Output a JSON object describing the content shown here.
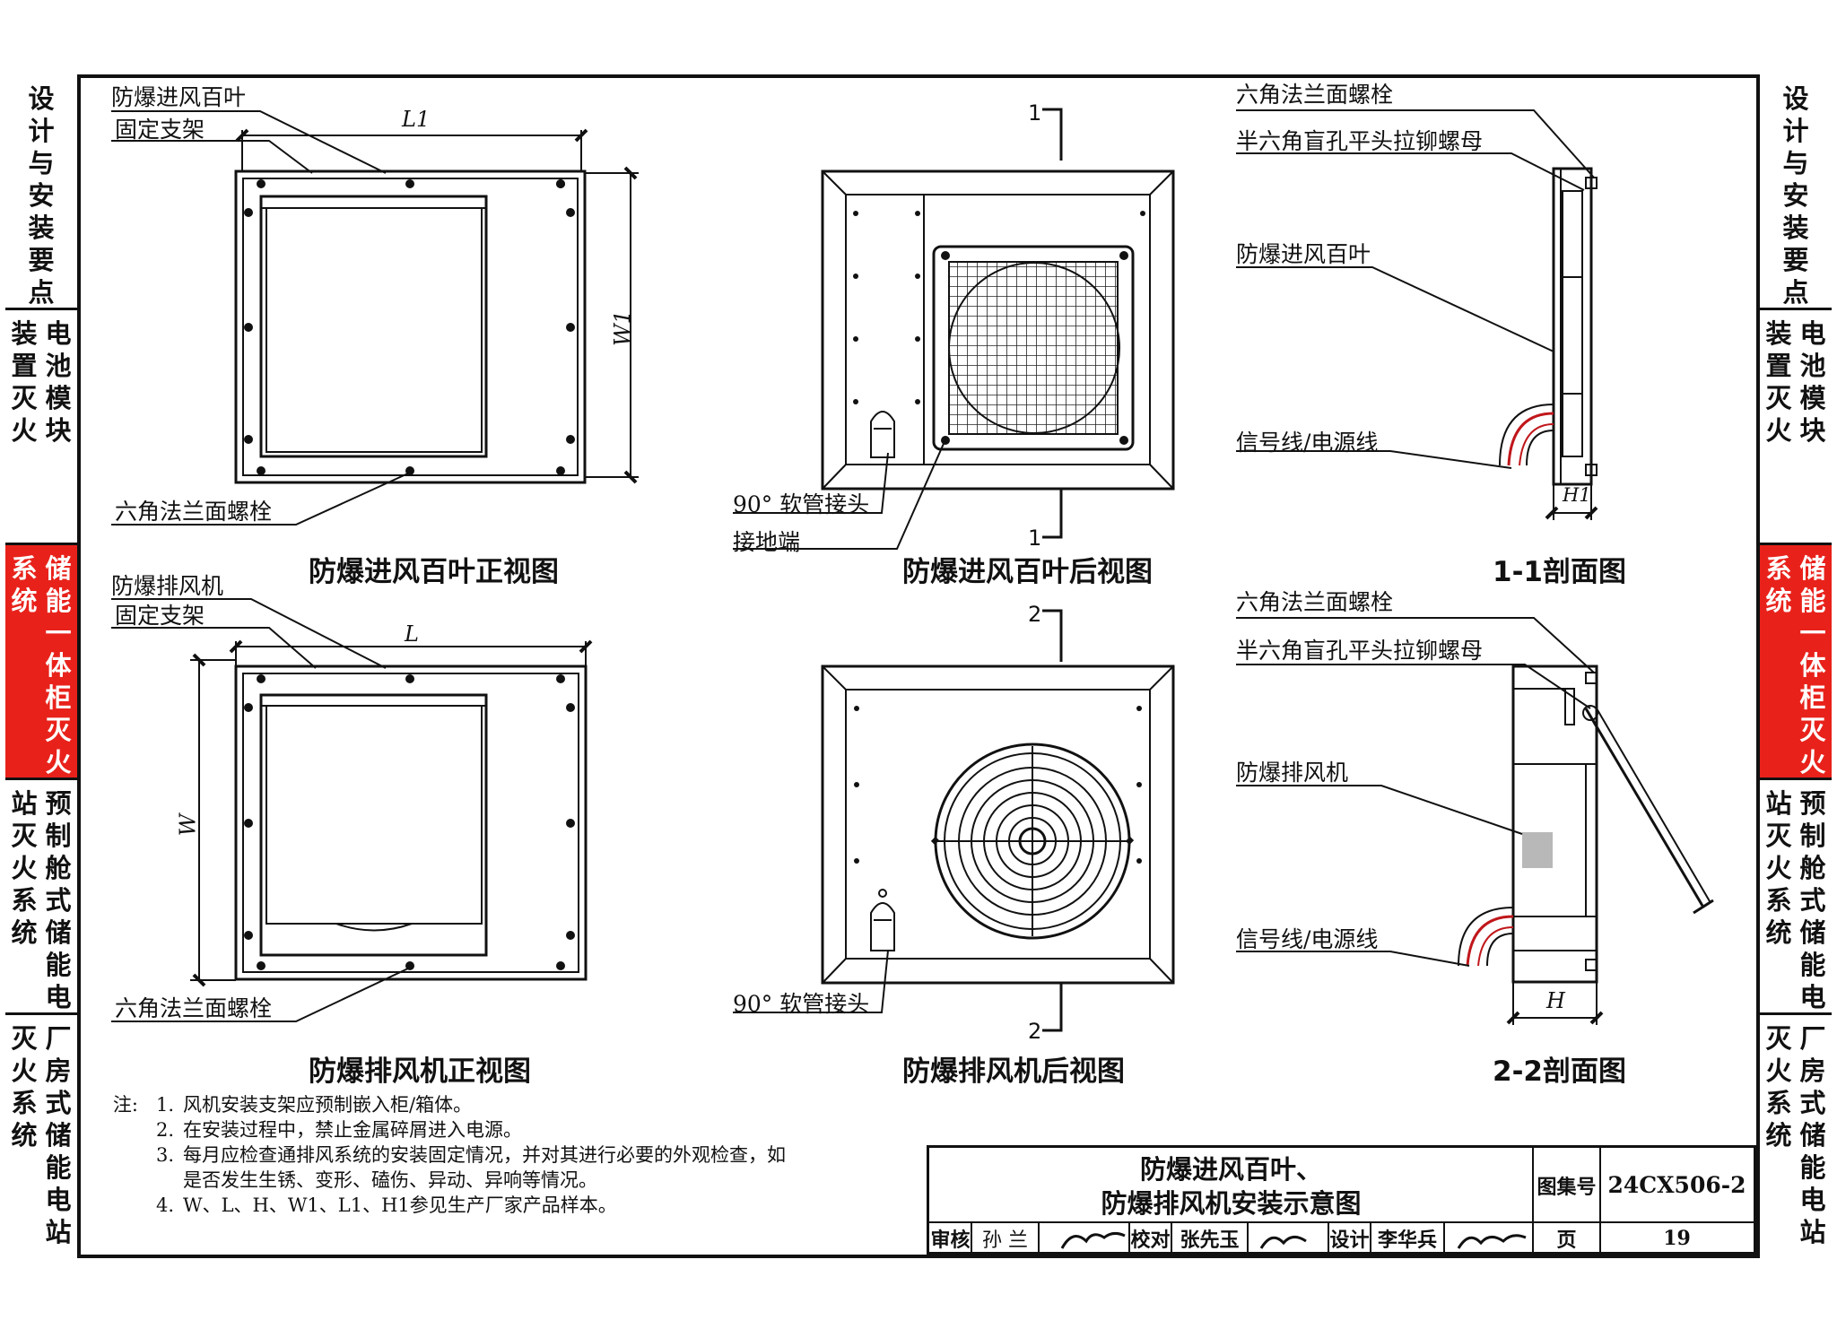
{
  "side_tabs": [
    {
      "lines": [
        "设计与安装要点"
      ],
      "active": false
    },
    {
      "lines": [
        "电池模块",
        "装置灭火"
      ],
      "active": false
    },
    {
      "lines": [
        "储能一体柜灭火",
        "系统"
      ],
      "active": true
    },
    {
      "lines": [
        "预制舱式储能电",
        "站灭火系统"
      ],
      "active": false
    },
    {
      "lines": [
        "厂房式储能电站",
        "灭火系统"
      ],
      "active": false
    }
  ],
  "labels": {
    "louver": "防爆进风百叶",
    "bracket": "固定支架",
    "hex_bolt": "六角法兰面螺栓",
    "hose": "90° 软管接头",
    "ground": "接地端",
    "half_hex_nut": "半六角盲孔平头拉铆螺母",
    "signal": "信号线/电源线",
    "fan": "防爆排风机"
  },
  "titles": {
    "v1": "防爆进风百叶正视图",
    "v2": "防爆进风百叶后视图",
    "v3": "1-1剖面图",
    "v4": "防爆排风机正视图",
    "v5": "防爆排风机后视图",
    "v6": "2-2剖面图"
  },
  "section_marks": {
    "one": "1",
    "two": "2"
  },
  "dims": {
    "L1": "L1",
    "W1": "W1",
    "H1": "H1",
    "L": "L",
    "W": "W",
    "H": "H"
  },
  "notes": {
    "prefix": "注:",
    "items": [
      {
        "n": "1.",
        "text": "风机安装支架应预制嵌入柜/箱体。"
      },
      {
        "n": "2.",
        "text": "在安装过程中，禁止金属碎屑进入电源。"
      },
      {
        "n": "3.",
        "text": "每月应检查通排风系统的安装固定情况，并对其进行必要的外观检查，如"
      },
      {
        "n": "",
        "text": "是否发生生锈、变形、磕伤、异动、异响等情况。"
      },
      {
        "n": "4.",
        "text": "W、L、H、W1、L1、H1参见生产厂家产品样本。"
      }
    ]
  },
  "titleblock": {
    "drawing_title_1": "防爆进风百叶、",
    "drawing_title_2": "防爆排风机安装示意图",
    "atlas_label": "图集号",
    "atlas_no": "24CX506-2",
    "review_label": "审核",
    "reviewer": "孙 兰",
    "check_label": "校对",
    "checker": "张先玉",
    "design_label": "设计",
    "designer": "李华兵",
    "page_label": "页",
    "page_no": "19"
  }
}
